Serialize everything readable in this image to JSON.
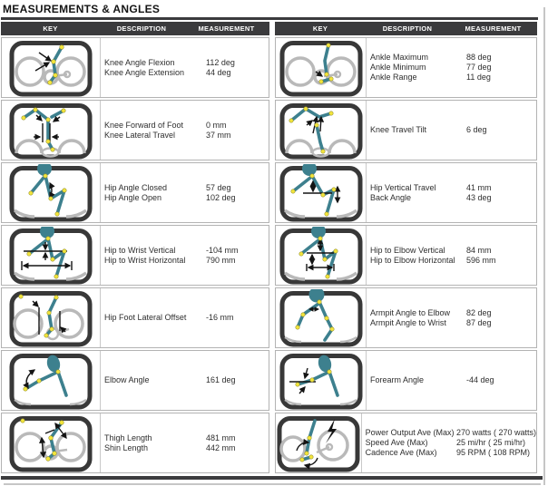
{
  "title": "MEASUREMENTS & ANGLES",
  "columns": {
    "key": "KEY",
    "description": "DESCRIPTION",
    "measurement": "MEASUREMENT"
  },
  "colors": {
    "header_bg": "#3b3b3d",
    "accent_dark": "#383838",
    "row_border": "#b3b3b3",
    "rider_teal": "#3d808e",
    "joint_yellow": "#f3e53c",
    "wheel_gray": "#b9b9b9",
    "text": "#2e2e2e"
  },
  "tables": {
    "left": {
      "rows": [
        {
          "icon": "knee-angle-key-icon",
          "items": [
            {
              "label": "Knee Angle Flexion",
              "value": "112 deg"
            },
            {
              "label": "Knee Angle Extension",
              "value": "44 deg"
            }
          ]
        },
        {
          "icon": "knee-forward-key-icon",
          "items": [
            {
              "label": "Knee Forward of Foot",
              "value": "0 mm"
            },
            {
              "label": "Knee Lateral Travel",
              "value": "37 mm"
            }
          ]
        },
        {
          "icon": "hip-angle-key-icon",
          "items": [
            {
              "label": "Hip Angle Closed",
              "value": "57 deg"
            },
            {
              "label": "Hip Angle Open",
              "value": "102 deg"
            }
          ]
        },
        {
          "icon": "hip-to-wrist-key-icon",
          "items": [
            {
              "label": "Hip to Wrist Vertical",
              "value": "-104 mm"
            },
            {
              "label": "Hip to Wrist Horizontal",
              "value": "790 mm"
            }
          ]
        },
        {
          "icon": "hip-foot-offset-key-icon",
          "items": [
            {
              "label": "Hip Foot Lateral Offset",
              "value": "-16 mm"
            }
          ]
        },
        {
          "icon": "elbow-angle-key-icon",
          "items": [
            {
              "label": "Elbow Angle",
              "value": "161 deg"
            }
          ]
        },
        {
          "icon": "thigh-shin-length-key-icon",
          "items": [
            {
              "label": "Thigh Length",
              "value": "481 mm"
            },
            {
              "label": "Shin Length",
              "value": "442 mm"
            }
          ]
        }
      ]
    },
    "right": {
      "rows": [
        {
          "icon": "ankle-key-icon",
          "items": [
            {
              "label": "Ankle Maximum",
              "value": "88 deg"
            },
            {
              "label": "Ankle Minimum",
              "value": "77 deg"
            },
            {
              "label": "Ankle Range",
              "value": "11 deg"
            }
          ]
        },
        {
          "icon": "knee-travel-tilt-key-icon",
          "items": [
            {
              "label": "Knee Travel Tilt",
              "value": "6 deg"
            }
          ]
        },
        {
          "icon": "hip-vertical-travel-key-icon",
          "items": [
            {
              "label": "Hip Vertical Travel",
              "value": "41 mm"
            },
            {
              "label": "Back Angle",
              "value": "43 deg"
            }
          ]
        },
        {
          "icon": "hip-to-elbow-key-icon",
          "items": [
            {
              "label": "Hip to Elbow Vertical",
              "value": "84 mm"
            },
            {
              "label": "Hip to Elbow Horizontal",
              "value": "596 mm"
            }
          ]
        },
        {
          "icon": "armpit-angle-key-icon",
          "items": [
            {
              "label": "Armpit Angle to Elbow",
              "value": "82 deg"
            },
            {
              "label": "Armpit Angle to Wrist",
              "value": "87 deg"
            }
          ]
        },
        {
          "icon": "forearm-angle-key-icon",
          "items": [
            {
              "label": "Forearm Angle",
              "value": "-44 deg"
            }
          ]
        },
        {
          "icon": "power-output-key-icon",
          "items": [
            {
              "label": "Power Output Ave (Max)",
              "value": "270 watts ( 270 watts)"
            },
            {
              "label": "Speed Ave (Max)",
              "value": "25 mi/hr ( 25 mi/hr)"
            },
            {
              "label": "Cadence Ave (Max)",
              "value": "95 RPM ( 108 RPM)"
            }
          ]
        }
      ]
    }
  }
}
